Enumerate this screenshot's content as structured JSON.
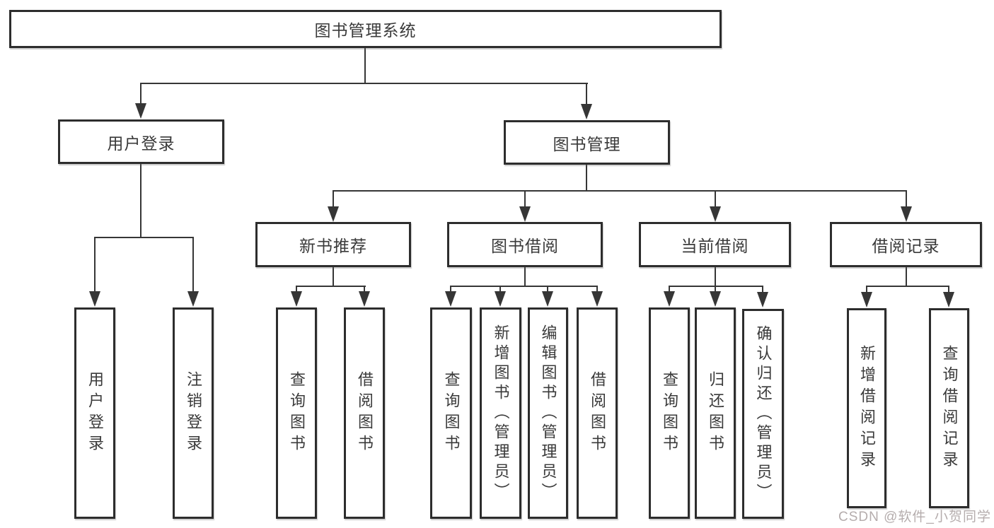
{
  "diagram": {
    "title": "图书管理系统",
    "watermark": "CSDN @软件_小贺同学",
    "colors": {
      "background": "#ffffff",
      "box_border": "#2d2d2d",
      "box_fill": "#ffffff",
      "connector": "#363636",
      "text": "#3a3a3a",
      "watermark": "#b5adad"
    },
    "nodes": {
      "root": {
        "label": "图书管理系统"
      },
      "user_login": {
        "label": "用户登录"
      },
      "book_mgmt": {
        "label": "图书管理"
      },
      "new_book_rec": {
        "label": "新书推荐"
      },
      "book_borrow": {
        "label": "图书借阅"
      },
      "current_borrow": {
        "label": "当前借阅"
      },
      "borrow_records": {
        "label": "借阅记录"
      },
      "login": {
        "label": "用户登录"
      },
      "logout": {
        "label": "注销登录"
      },
      "rec_query": {
        "label": "查询图书"
      },
      "rec_borrow": {
        "label": "借阅图书"
      },
      "bb_query": {
        "label": "查询图书"
      },
      "bb_add": {
        "label": "新增图书（管理员）"
      },
      "bb_edit": {
        "label": "编辑图书（管理员）"
      },
      "bb_borrow": {
        "label": "借阅图书"
      },
      "cb_query": {
        "label": "查询图书"
      },
      "cb_return": {
        "label": "归还图书"
      },
      "cb_confirm": {
        "label": "确认归还（管理员）"
      },
      "br_add": {
        "label": "新增借阅记录"
      },
      "br_query": {
        "label": "查询借阅记录"
      }
    },
    "tree": [
      {
        "parent": "root",
        "children": [
          "user_login",
          "book_mgmt"
        ]
      },
      {
        "parent": "user_login",
        "children": [
          "login",
          "logout"
        ]
      },
      {
        "parent": "book_mgmt",
        "children": [
          "new_book_rec",
          "book_borrow",
          "current_borrow",
          "borrow_records"
        ]
      },
      {
        "parent": "new_book_rec",
        "children": [
          "rec_query",
          "rec_borrow"
        ]
      },
      {
        "parent": "book_borrow",
        "children": [
          "bb_query",
          "bb_add",
          "bb_edit",
          "bb_borrow"
        ]
      },
      {
        "parent": "current_borrow",
        "children": [
          "cb_query",
          "cb_return",
          "cb_confirm"
        ]
      },
      {
        "parent": "borrow_records",
        "children": [
          "br_add",
          "br_query"
        ]
      }
    ]
  }
}
